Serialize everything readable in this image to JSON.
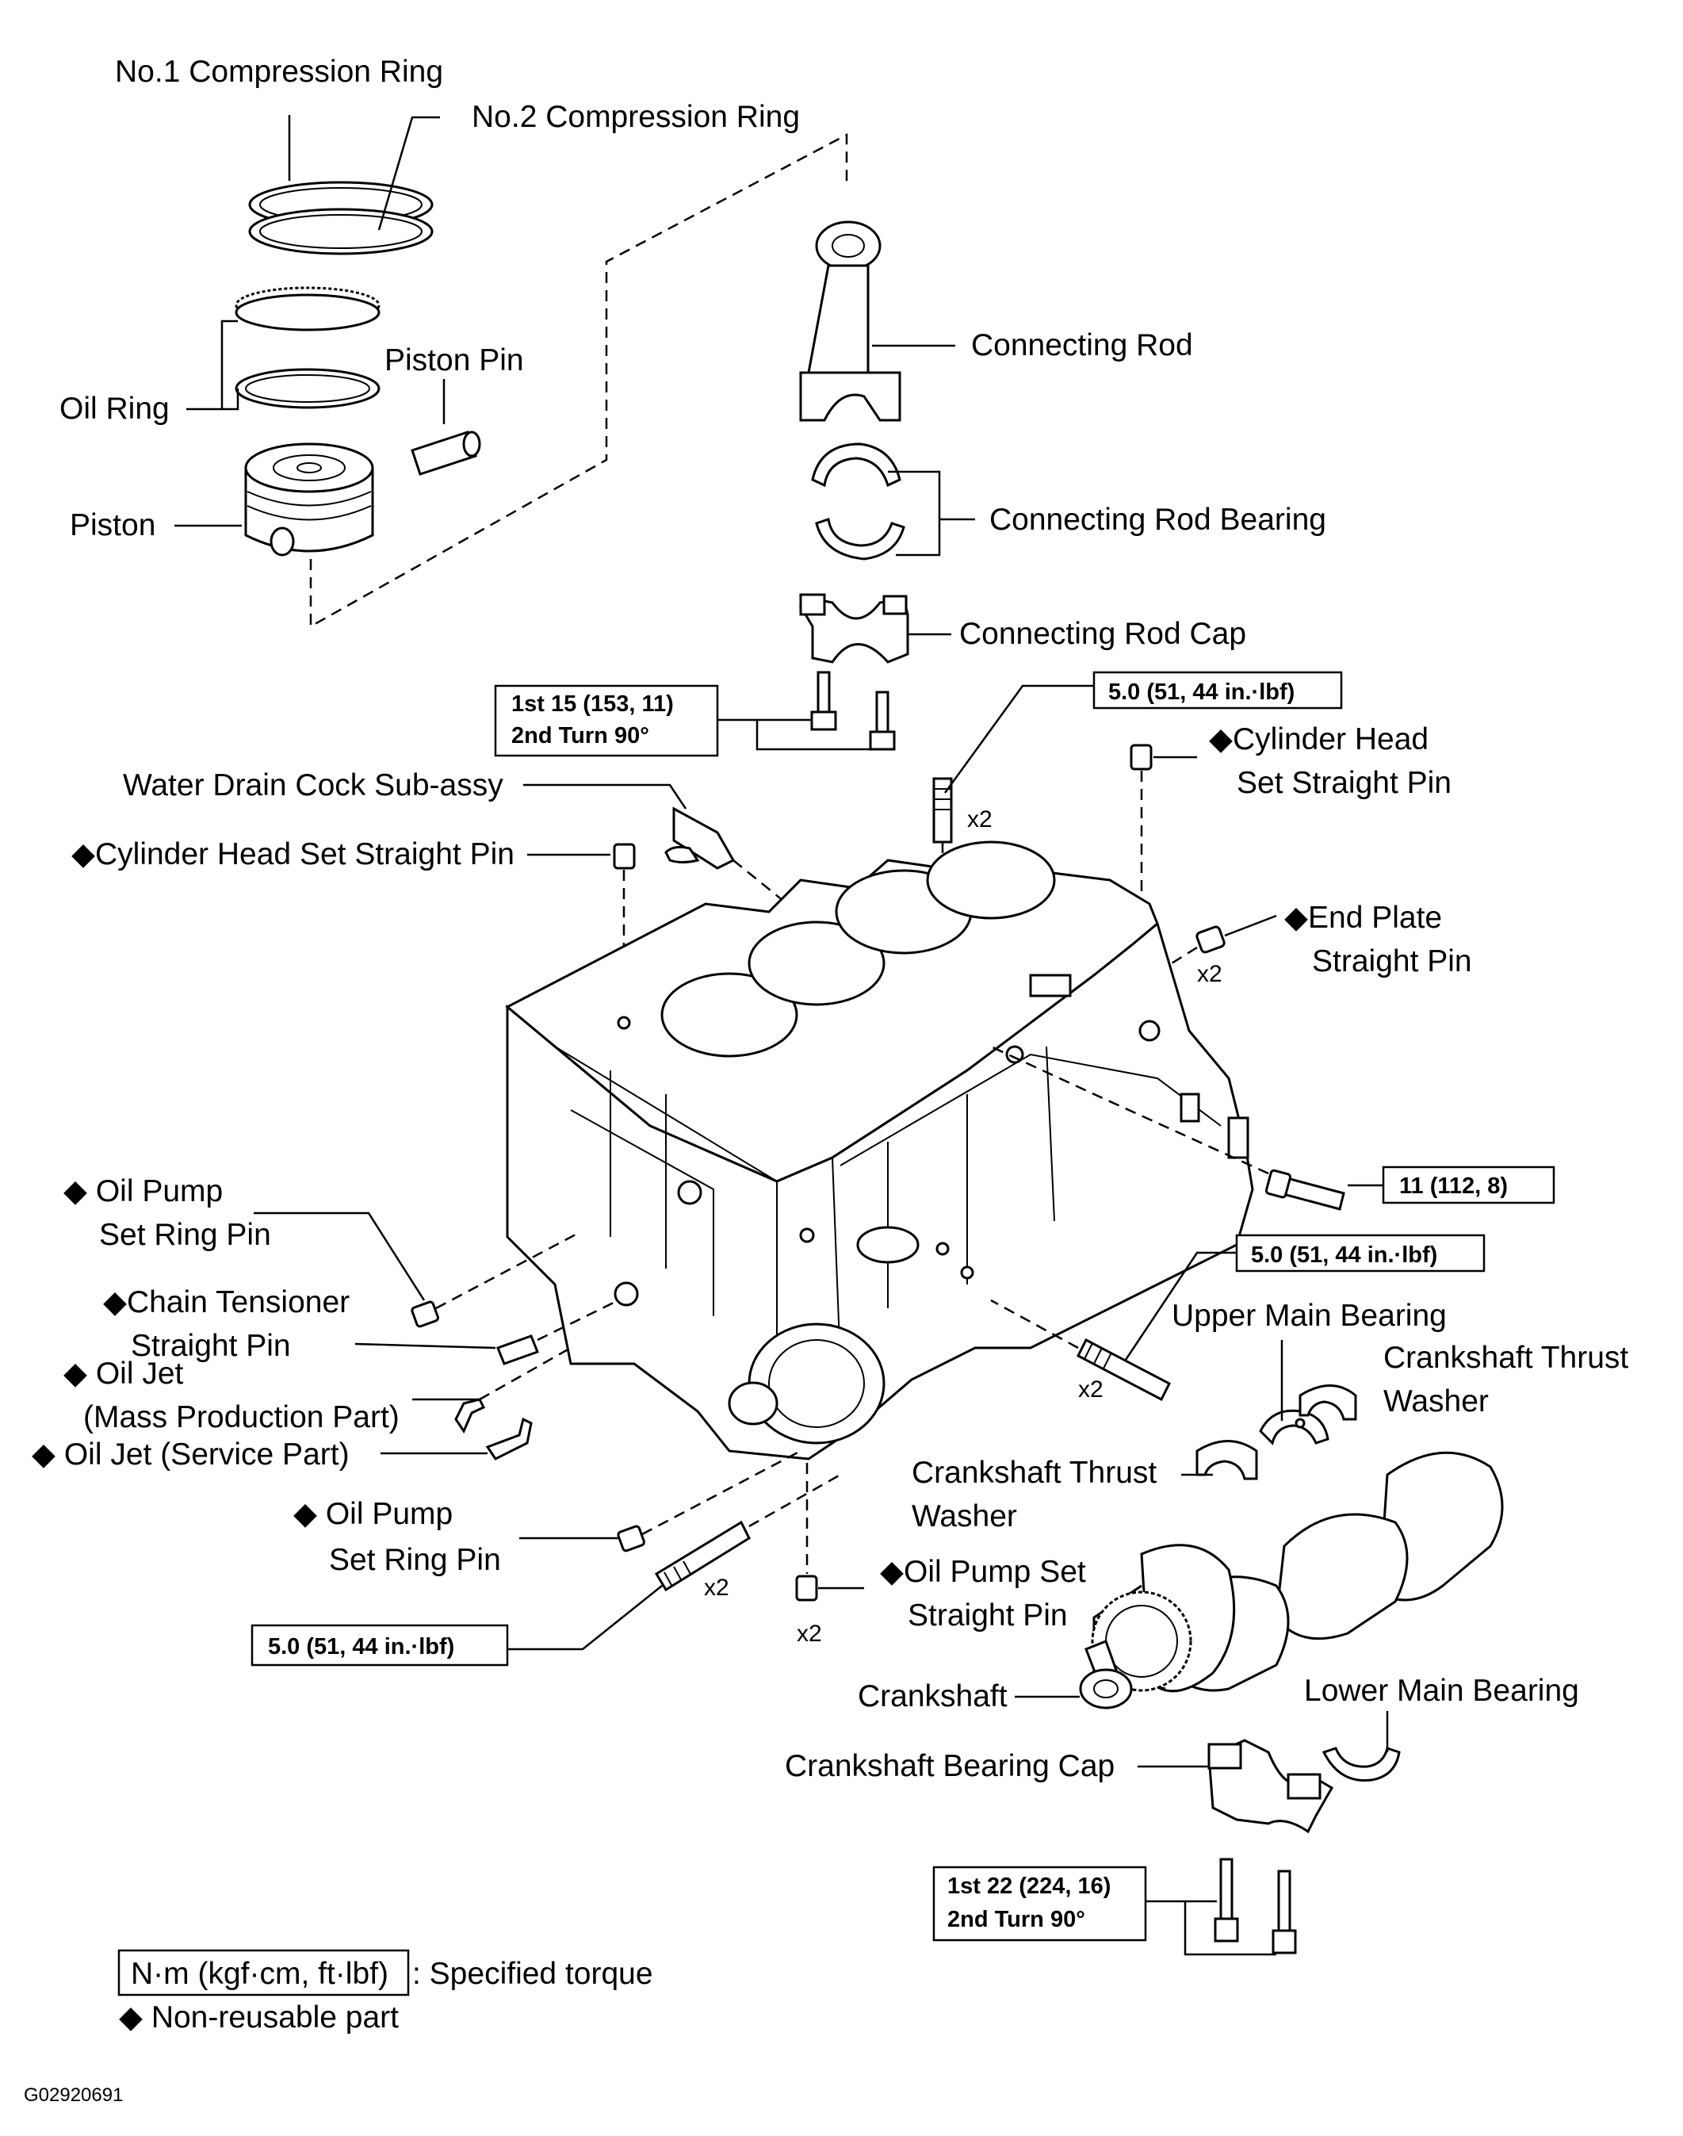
{
  "labels": {
    "no1_ring": "No.1 Compression Ring",
    "no2_ring": "No.2 Compression Ring",
    "piston_pin": "Piston Pin",
    "oil_ring": "Oil Ring",
    "piston": "Piston",
    "connecting_rod": "Connecting Rod",
    "connecting_rod_bearing": "Connecting Rod Bearing",
    "connecting_rod_cap": "Connecting Rod Cap",
    "cyl_head_pin_right_1": "◆Cylinder Head",
    "cyl_head_pin_right_2": "Set Straight Pin",
    "water_drain": "Water Drain Cock Sub-assy",
    "cyl_head_pin_left": "◆Cylinder Head Set Straight Pin",
    "end_plate_pin_1": "◆End Plate",
    "end_plate_pin_2": "Straight Pin",
    "oil_pump_ring_pin_top_1": "◆ Oil Pump",
    "oil_pump_ring_pin_top_2": "Set Ring Pin",
    "chain_tensioner_pin_1": "◆Chain Tensioner",
    "chain_tensioner_pin_2": "Straight Pin",
    "oil_jet_mass_1": "◆ Oil Jet",
    "oil_jet_mass_2": "(Mass Production Part)",
    "oil_jet_service": "◆ Oil Jet (Service Part)",
    "upper_main_bearing": "Upper Main Bearing",
    "thrust_washer_right_1": "Crankshaft  Thrust",
    "thrust_washer_right_2": "Washer",
    "thrust_washer_left_1": "Crankshaft  Thrust",
    "thrust_washer_left_2": "Washer",
    "oil_pump_ring_pin_bottom_1": "◆ Oil Pump",
    "oil_pump_ring_pin_bottom_2": "Set Ring Pin",
    "oil_pump_straight_pin_1": "◆Oil Pump Set",
    "oil_pump_straight_pin_2": "Straight Pin",
    "crankshaft": "Crankshaft",
    "lower_main_bearing": "Lower Main Bearing",
    "crank_bearing_cap": "Crankshaft Bearing Cap"
  },
  "multipliers": {
    "stud_top": "x2",
    "end_plate": "x2",
    "stud_front": "x2",
    "stud_bottom": "x2",
    "oil_pump_pin": "x2"
  },
  "torque_boxes": {
    "rod_cap_line1": "1st 15 (153, 11)",
    "rod_cap_line2": "2nd Turn 90°",
    "stud_top": "5.0 (51, 44 in.·lbf)",
    "side_bolt": "11 (112, 8)",
    "stud_front": "5.0 (51, 44 in.·lbf)",
    "stud_bottom": "5.0 (51, 44 in.·lbf)",
    "main_cap_line1": "1st 22 (224, 16)",
    "main_cap_line2": "2nd Turn 90°"
  },
  "legend": {
    "torque_unit": "N·m (kgf·cm, ft·lbf)",
    "torque_desc": ": Specified torque",
    "non_reusable": "◆  Non-reusable part"
  },
  "figure_id": "G02920691"
}
